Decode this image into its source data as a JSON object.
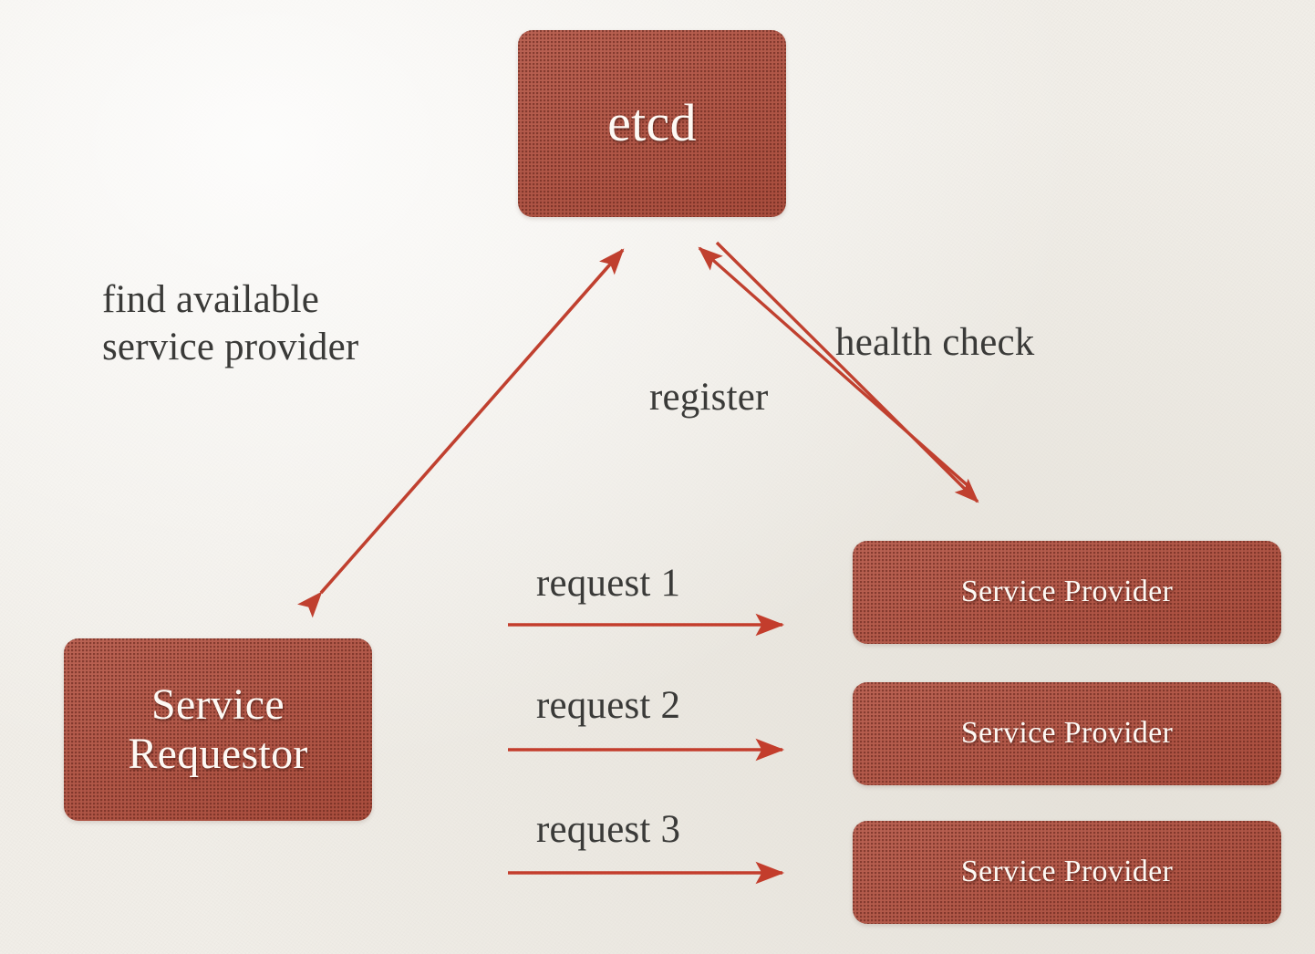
{
  "diagram": {
    "title": "etcd service discovery diagram",
    "background_color": "#f1eee8",
    "node_fill_color": "#b25140",
    "node_text_color": "#fdf9f4",
    "label_text_color": "#3a3a38",
    "arrow_color": "#c0402f"
  },
  "nodes": {
    "etcd": {
      "label": "etcd"
    },
    "requestor": {
      "label": "Service\nRequestor"
    },
    "providers": [
      {
        "label": "Service Provider"
      },
      {
        "label": "Service Provider"
      },
      {
        "label": "Service Provider"
      }
    ]
  },
  "edges": {
    "find_available": {
      "label": "find available\nservice provider"
    },
    "health_check": {
      "label": "health check"
    },
    "register": {
      "label": "register"
    },
    "request_1": {
      "label": "request 1"
    },
    "request_2": {
      "label": "request 2"
    },
    "request_3": {
      "label": "request 3"
    }
  }
}
